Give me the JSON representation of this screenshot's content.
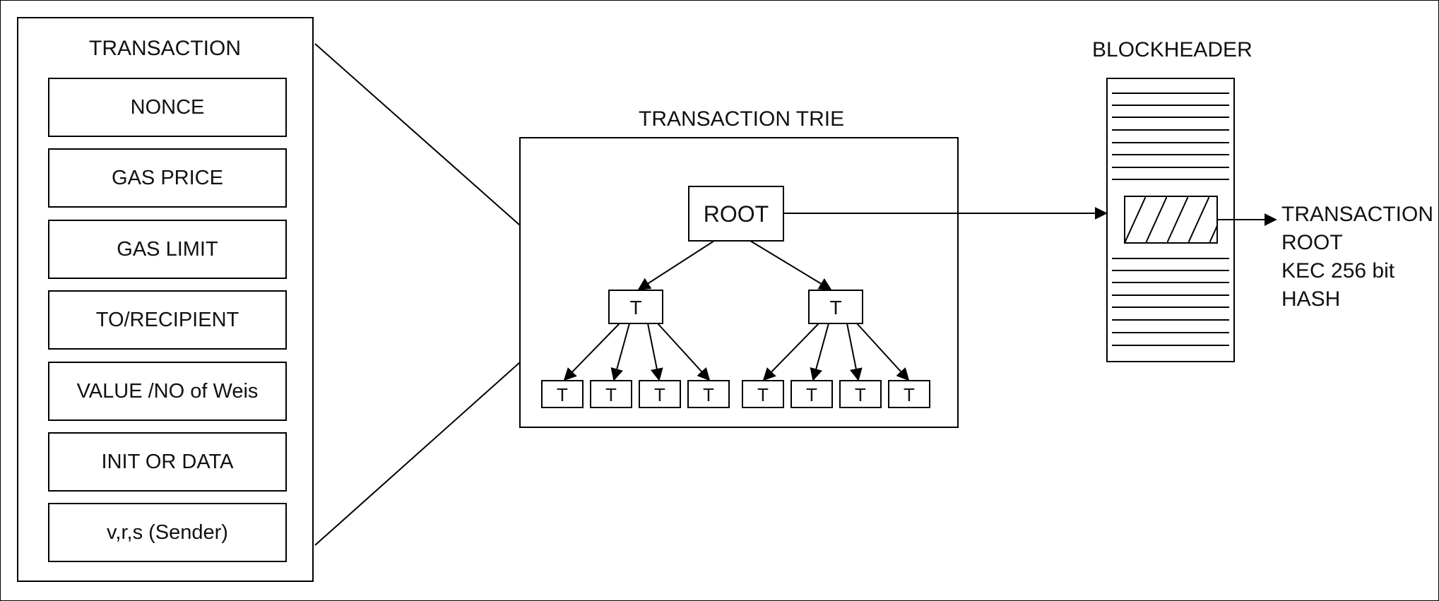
{
  "transaction": {
    "title": "TRANSACTION",
    "fields": [
      "NONCE",
      "GAS PRICE",
      "GAS LIMIT",
      "TO/RECIPIENT",
      "VALUE /NO of Weis",
      "INIT OR DATA",
      "v,r,s (Sender)"
    ]
  },
  "trie": {
    "title": "TRANSACTION TRIE",
    "root_label": "ROOT",
    "branch_label": "T",
    "leaf_label": "T"
  },
  "blockheader": {
    "title": "BLOCKHEADER",
    "transaction_root_lines": [
      "TRANSACTION",
      "ROOT",
      "KEC 256 bit",
      "HASH"
    ]
  }
}
